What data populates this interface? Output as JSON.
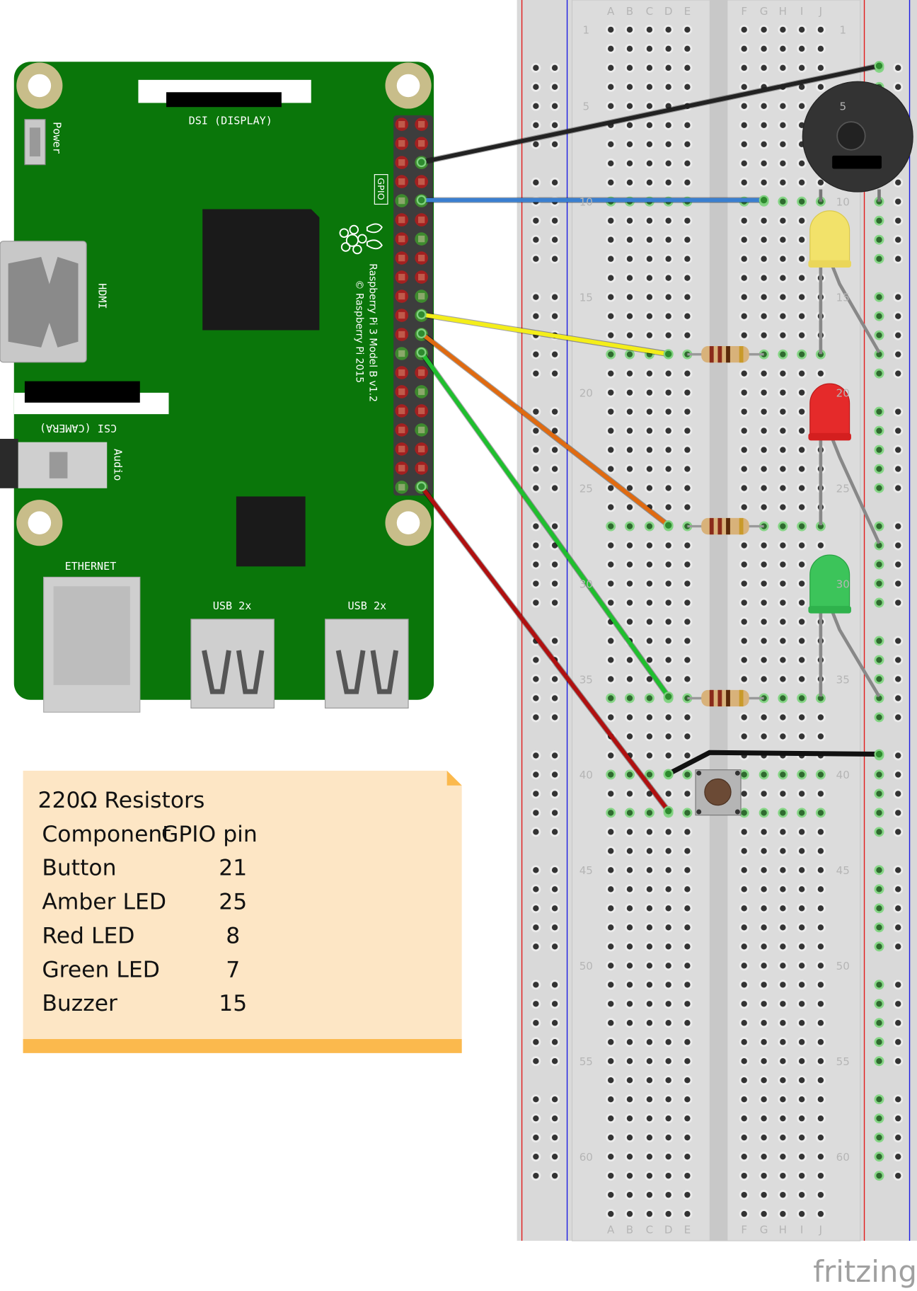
{
  "pi": {
    "dsi_label": "DSI (DISPLAY)",
    "power_label": "Power",
    "hdmi_label": "HDMI",
    "csi_label": "CSI (CAMERA)",
    "audio_label": "Audio",
    "ethernet_label": "ETHERNET",
    "usb1_label": "USB 2x",
    "usb2_label": "USB 2x",
    "gpio_label": "GPIO",
    "model_label": "Raspberry Pi 3 Model B v1.2",
    "copyright_label": "© Raspberry Pi 2015",
    "board_color": "#0a760a",
    "gpio_connected_pins": [
      6,
      9,
      10,
      14,
      20,
      22,
      24,
      25,
      26,
      30,
      34,
      39,
      40
    ]
  },
  "breadboard": {
    "columns_left": [
      "A",
      "B",
      "C",
      "D",
      "E"
    ],
    "columns_right": [
      "F",
      "G",
      "H",
      "I",
      "J"
    ],
    "row_labels": [
      1,
      5,
      10,
      15,
      20,
      25,
      30,
      35,
      40,
      45,
      50,
      55,
      60
    ],
    "rows": 63,
    "connected_rows": [
      10,
      18,
      27,
      36,
      40,
      42
    ]
  },
  "wires": [
    {
      "name": "ground-wire",
      "color": "#222222"
    },
    {
      "name": "buzzer-wire",
      "color": "#3a7fd0"
    },
    {
      "name": "amber-led-wire",
      "color": "#f4ee1a"
    },
    {
      "name": "red-led-wire",
      "color": "#e06a10"
    },
    {
      "name": "green-led-wire",
      "color": "#1fbf2e"
    },
    {
      "name": "button-wire",
      "color": "#b01010"
    }
  ],
  "note": {
    "title": "220Ω Resistors",
    "header_component": "Component",
    "header_pin": "GPIO pin",
    "rows": [
      {
        "component": "Button",
        "pin": "21"
      },
      {
        "component": "Amber LED",
        "pin": "25"
      },
      {
        "component": "Red LED",
        "pin": "8"
      },
      {
        "component": "Green LED",
        "pin": "7"
      },
      {
        "component": "Buzzer",
        "pin": "15"
      }
    ]
  },
  "logo": "fritzing"
}
